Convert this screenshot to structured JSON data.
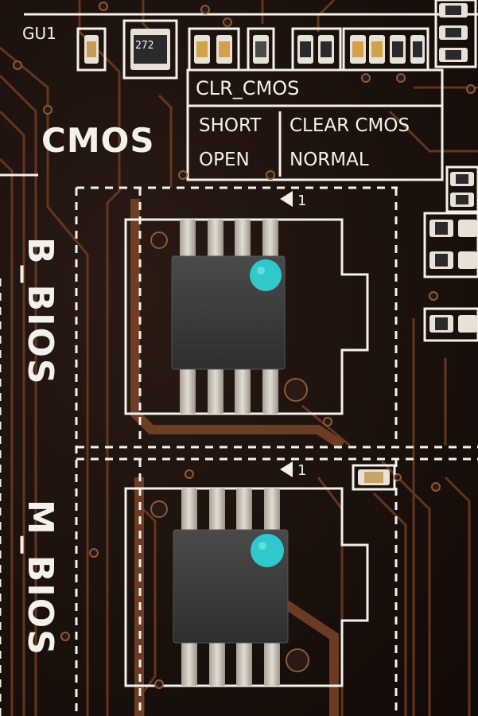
{
  "scene": "Close-up of a motherboard PCB with two BIOS flash chips",
  "silkscreen": {
    "gu1": "GU1",
    "chip_code": "272",
    "cmos": "CMOS",
    "clr_cmos": "CLR_CMOS",
    "short": "SHORT",
    "clear_cmos": "CLEAR CMOS",
    "open": "OPEN",
    "normal": "NORMAL",
    "b_bios": "B_BIOS",
    "m_bios": "M_BIOS",
    "pin1": "1"
  },
  "colors": {
    "pcb": "#1a1210",
    "trace": "#6b3a22",
    "silkscreen": "#f4f1ea",
    "chip": "#3c3c3c",
    "pin": "#c9c2b4",
    "marker": "#2fc9c9"
  }
}
